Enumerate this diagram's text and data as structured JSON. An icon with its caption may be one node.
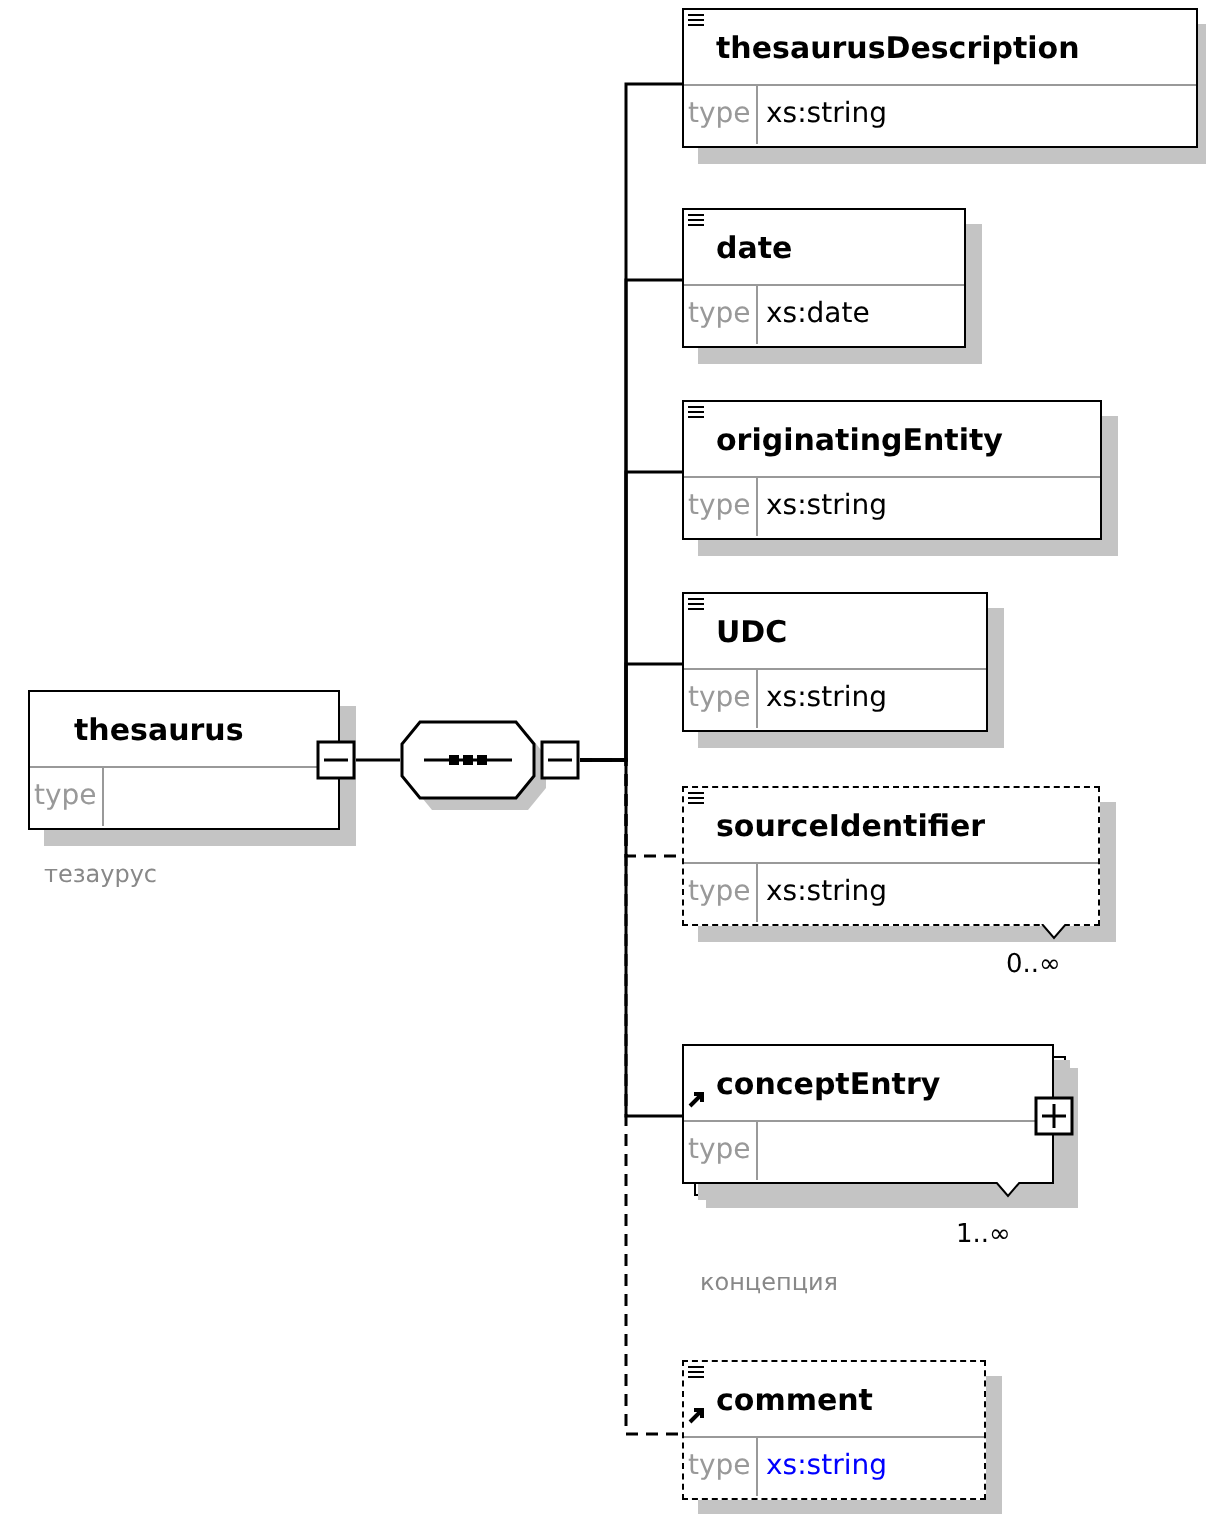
{
  "diagram": {
    "nodes": [
      {
        "text": [
          "thesaurus",
          "type"
        ],
        "beside": [
          "тезаурус"
        ]
      },
      {
        "text": [],
        "shape": "octagon"
      },
      {
        "text": [
          "thesaurusDescription",
          "type",
          "xs:string"
        ]
      },
      {
        "text": [
          "date",
          "type",
          "xs:date"
        ]
      },
      {
        "text": [
          "originatingEntity",
          "type",
          "xs:string"
        ]
      },
      {
        "text": [
          "UDC",
          "type",
          "xs:string"
        ]
      },
      {
        "text": [
          "sourceIdentifier",
          "type",
          "xs:string"
        ],
        "beside": [
          "0..∞"
        ]
      },
      {
        "text": [
          "conceptEntry",
          "type"
        ],
        "beside": [
          "1..∞",
          "концепция"
        ]
      },
      {
        "text": [
          "comment",
          "type",
          "xs:string"
        ]
      }
    ],
    "edges": [
      {
        "from": 0,
        "to": 1,
        "arrow": "none"
      },
      {
        "from": 1,
        "to": 2,
        "arrow": "none"
      },
      {
        "from": 1,
        "to": 3,
        "arrow": "none"
      },
      {
        "from": 1,
        "to": 4,
        "arrow": "none"
      },
      {
        "from": 1,
        "to": 5,
        "arrow": "none"
      },
      {
        "from": 1,
        "to": 6,
        "arrow": "none",
        "style": "dashed"
      },
      {
        "from": 1,
        "to": 7,
        "arrow": "none"
      },
      {
        "from": 1,
        "to": 8,
        "arrow": "none",
        "style": "dashed"
      }
    ]
  }
}
